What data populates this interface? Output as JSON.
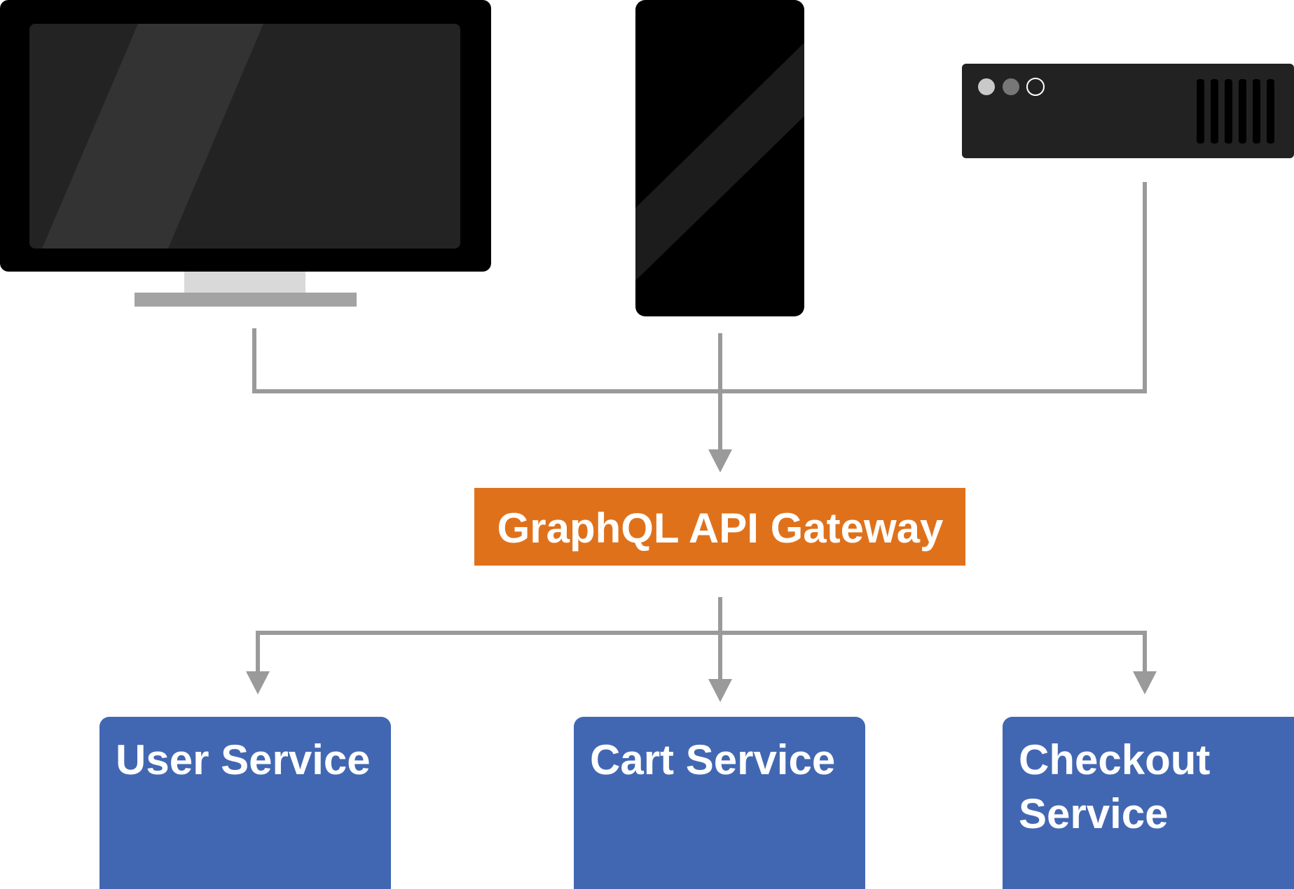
{
  "colors": {
    "gateway": "#e0711b",
    "service": "#4267b2",
    "connector": "#9a9a9a",
    "device_dark": "#000000",
    "screen": "#222222"
  },
  "devices": [
    {
      "icon": "desktop-monitor-icon"
    },
    {
      "icon": "mobile-phone-icon"
    },
    {
      "icon": "server-rack-icon"
    }
  ],
  "gateway": {
    "label": "GraphQL API Gateway"
  },
  "services": [
    {
      "line1": "User Service",
      "line2": ""
    },
    {
      "line1": "Cart Service",
      "line2": ""
    },
    {
      "line1": "Checkout",
      "line2": "Service"
    }
  ]
}
